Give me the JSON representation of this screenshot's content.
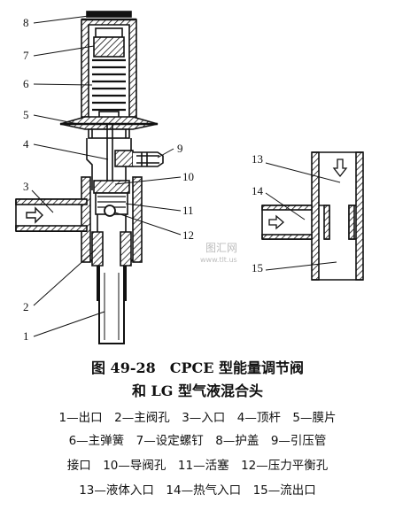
{
  "figure": {
    "callouts": {
      "n1": "1",
      "n2": "2",
      "n3": "3",
      "n4": "4",
      "n5": "5",
      "n6": "6",
      "n7": "7",
      "n8": "8",
      "n9": "9",
      "n10": "10",
      "n11": "11",
      "n12": "12",
      "n13": "13",
      "n14": "14",
      "n15": "15"
    },
    "watermark": {
      "name": "图汇网",
      "url": "www.tlt.us"
    }
  },
  "caption": {
    "title_line1": "图 49-28　CPCE 型能量调节阀",
    "title_line2": "和 LG 型气液混合头",
    "legend_line1": "1—出口　2—主阀孔　3—入口　4—顶杆　5—膜片",
    "legend_line2": "6—主弹簧　7—设定螺钉　8—护盖　9—引压管",
    "legend_line3": "接口　10—导阀孔　11—活塞　12—压力平衡孔",
    "legend_line4": "13—液体入口　14—热气入口　15—流出口"
  }
}
